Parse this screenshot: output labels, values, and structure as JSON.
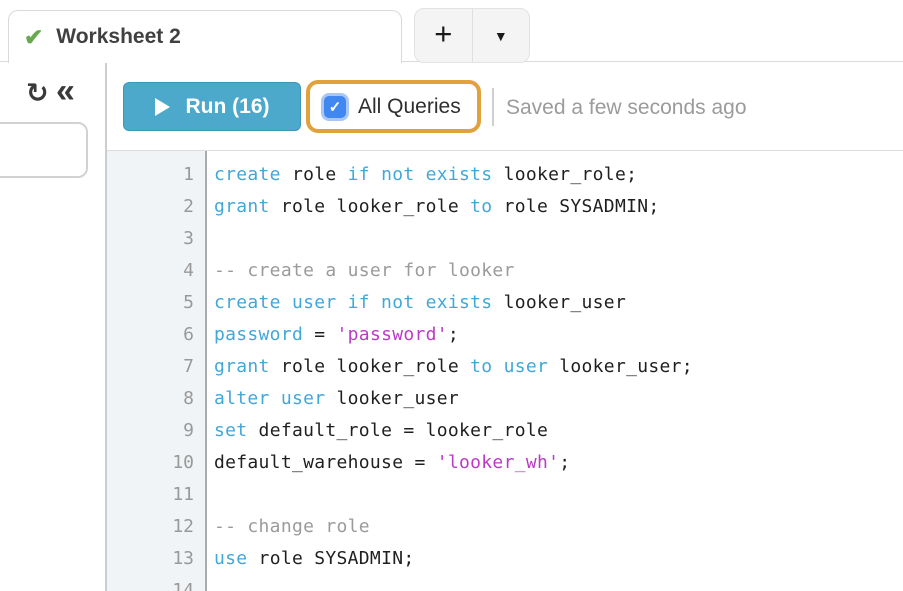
{
  "tab_bar": {
    "active_tab": {
      "label": "Worksheet 2"
    },
    "new_tab_button_label": "+",
    "tab_menu_button_label": "▼"
  },
  "icons": {
    "tab_check": "✔",
    "refresh": "↻",
    "collapse": "«",
    "checkbox_check": "✓"
  },
  "toolbar": {
    "run_button": {
      "label": "Run (16)"
    },
    "all_queries": {
      "label": "All Queries",
      "checked": true
    },
    "saved_status": "Saved a few seconds ago"
  },
  "colors": {
    "run_button": "#4ca9cb",
    "highlight_border": "#e2a23b",
    "checkbox_blue": "#4187f0",
    "checkbox_ring": "#a9c7f6",
    "tab_check_green": "#6aa84f",
    "keyword": "#42a7d9",
    "string": "#bb3ac6",
    "comment": "#9b9b9b",
    "gutter_bg": "#f1f4f6"
  },
  "editor": {
    "start_line": 1,
    "lines": [
      {
        "tokens": [
          [
            "keyword",
            "create"
          ],
          [
            "plain",
            " role "
          ],
          [
            "keyword",
            "if not exists"
          ],
          [
            "plain",
            " looker_role;"
          ]
        ]
      },
      {
        "tokens": [
          [
            "keyword",
            "grant"
          ],
          [
            "plain",
            " role looker_role "
          ],
          [
            "keyword",
            "to"
          ],
          [
            "plain",
            " role SYSADMIN;"
          ]
        ]
      },
      {
        "tokens": []
      },
      {
        "tokens": [
          [
            "comment",
            "-- create a user for looker"
          ]
        ]
      },
      {
        "tokens": [
          [
            "keyword",
            "create user if not exists"
          ],
          [
            "plain",
            " looker_user"
          ]
        ]
      },
      {
        "tokens": [
          [
            "keyword",
            "password"
          ],
          [
            "plain",
            " = "
          ],
          [
            "string",
            "'password'"
          ],
          [
            "plain",
            ";"
          ]
        ]
      },
      {
        "tokens": [
          [
            "keyword",
            "grant"
          ],
          [
            "plain",
            " role looker_role "
          ],
          [
            "keyword",
            "to user"
          ],
          [
            "plain",
            " looker_user;"
          ]
        ]
      },
      {
        "tokens": [
          [
            "keyword",
            "alter user"
          ],
          [
            "plain",
            " looker_user"
          ]
        ]
      },
      {
        "tokens": [
          [
            "keyword",
            "set"
          ],
          [
            "plain",
            " default_role = looker_role"
          ]
        ]
      },
      {
        "tokens": [
          [
            "plain",
            "default_warehouse = "
          ],
          [
            "string",
            "'looker_wh'"
          ],
          [
            "plain",
            ";"
          ]
        ]
      },
      {
        "tokens": []
      },
      {
        "tokens": [
          [
            "comment",
            "-- change role"
          ]
        ]
      },
      {
        "tokens": [
          [
            "keyword",
            "use"
          ],
          [
            "plain",
            " role SYSADMIN;"
          ]
        ]
      },
      {
        "tokens": []
      }
    ]
  }
}
